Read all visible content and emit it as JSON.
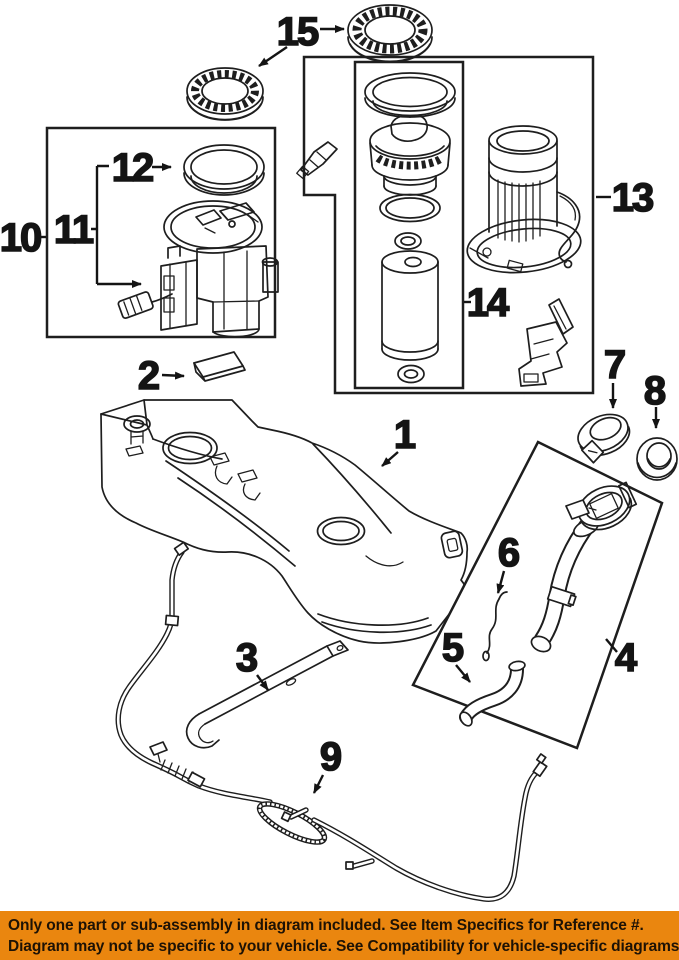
{
  "banner": {
    "line1": "Only one part or sub-assembly in diagram included. See Item Specifics for Reference #.",
    "line2": "Diagram may not be specific to your vehicle. See Compatibility for vehicle-specific diagrams.",
    "bg_color": "#EA860F",
    "text_color": "#1d1205"
  },
  "diagram": {
    "line_color": "#1e1e1e",
    "background_color": "#FFFFFF",
    "callout_labels": [
      "1",
      "2",
      "3",
      "4",
      "5",
      "6",
      "7",
      "8",
      "9",
      "10",
      "11",
      "12",
      "13",
      "14",
      "15"
    ]
  }
}
